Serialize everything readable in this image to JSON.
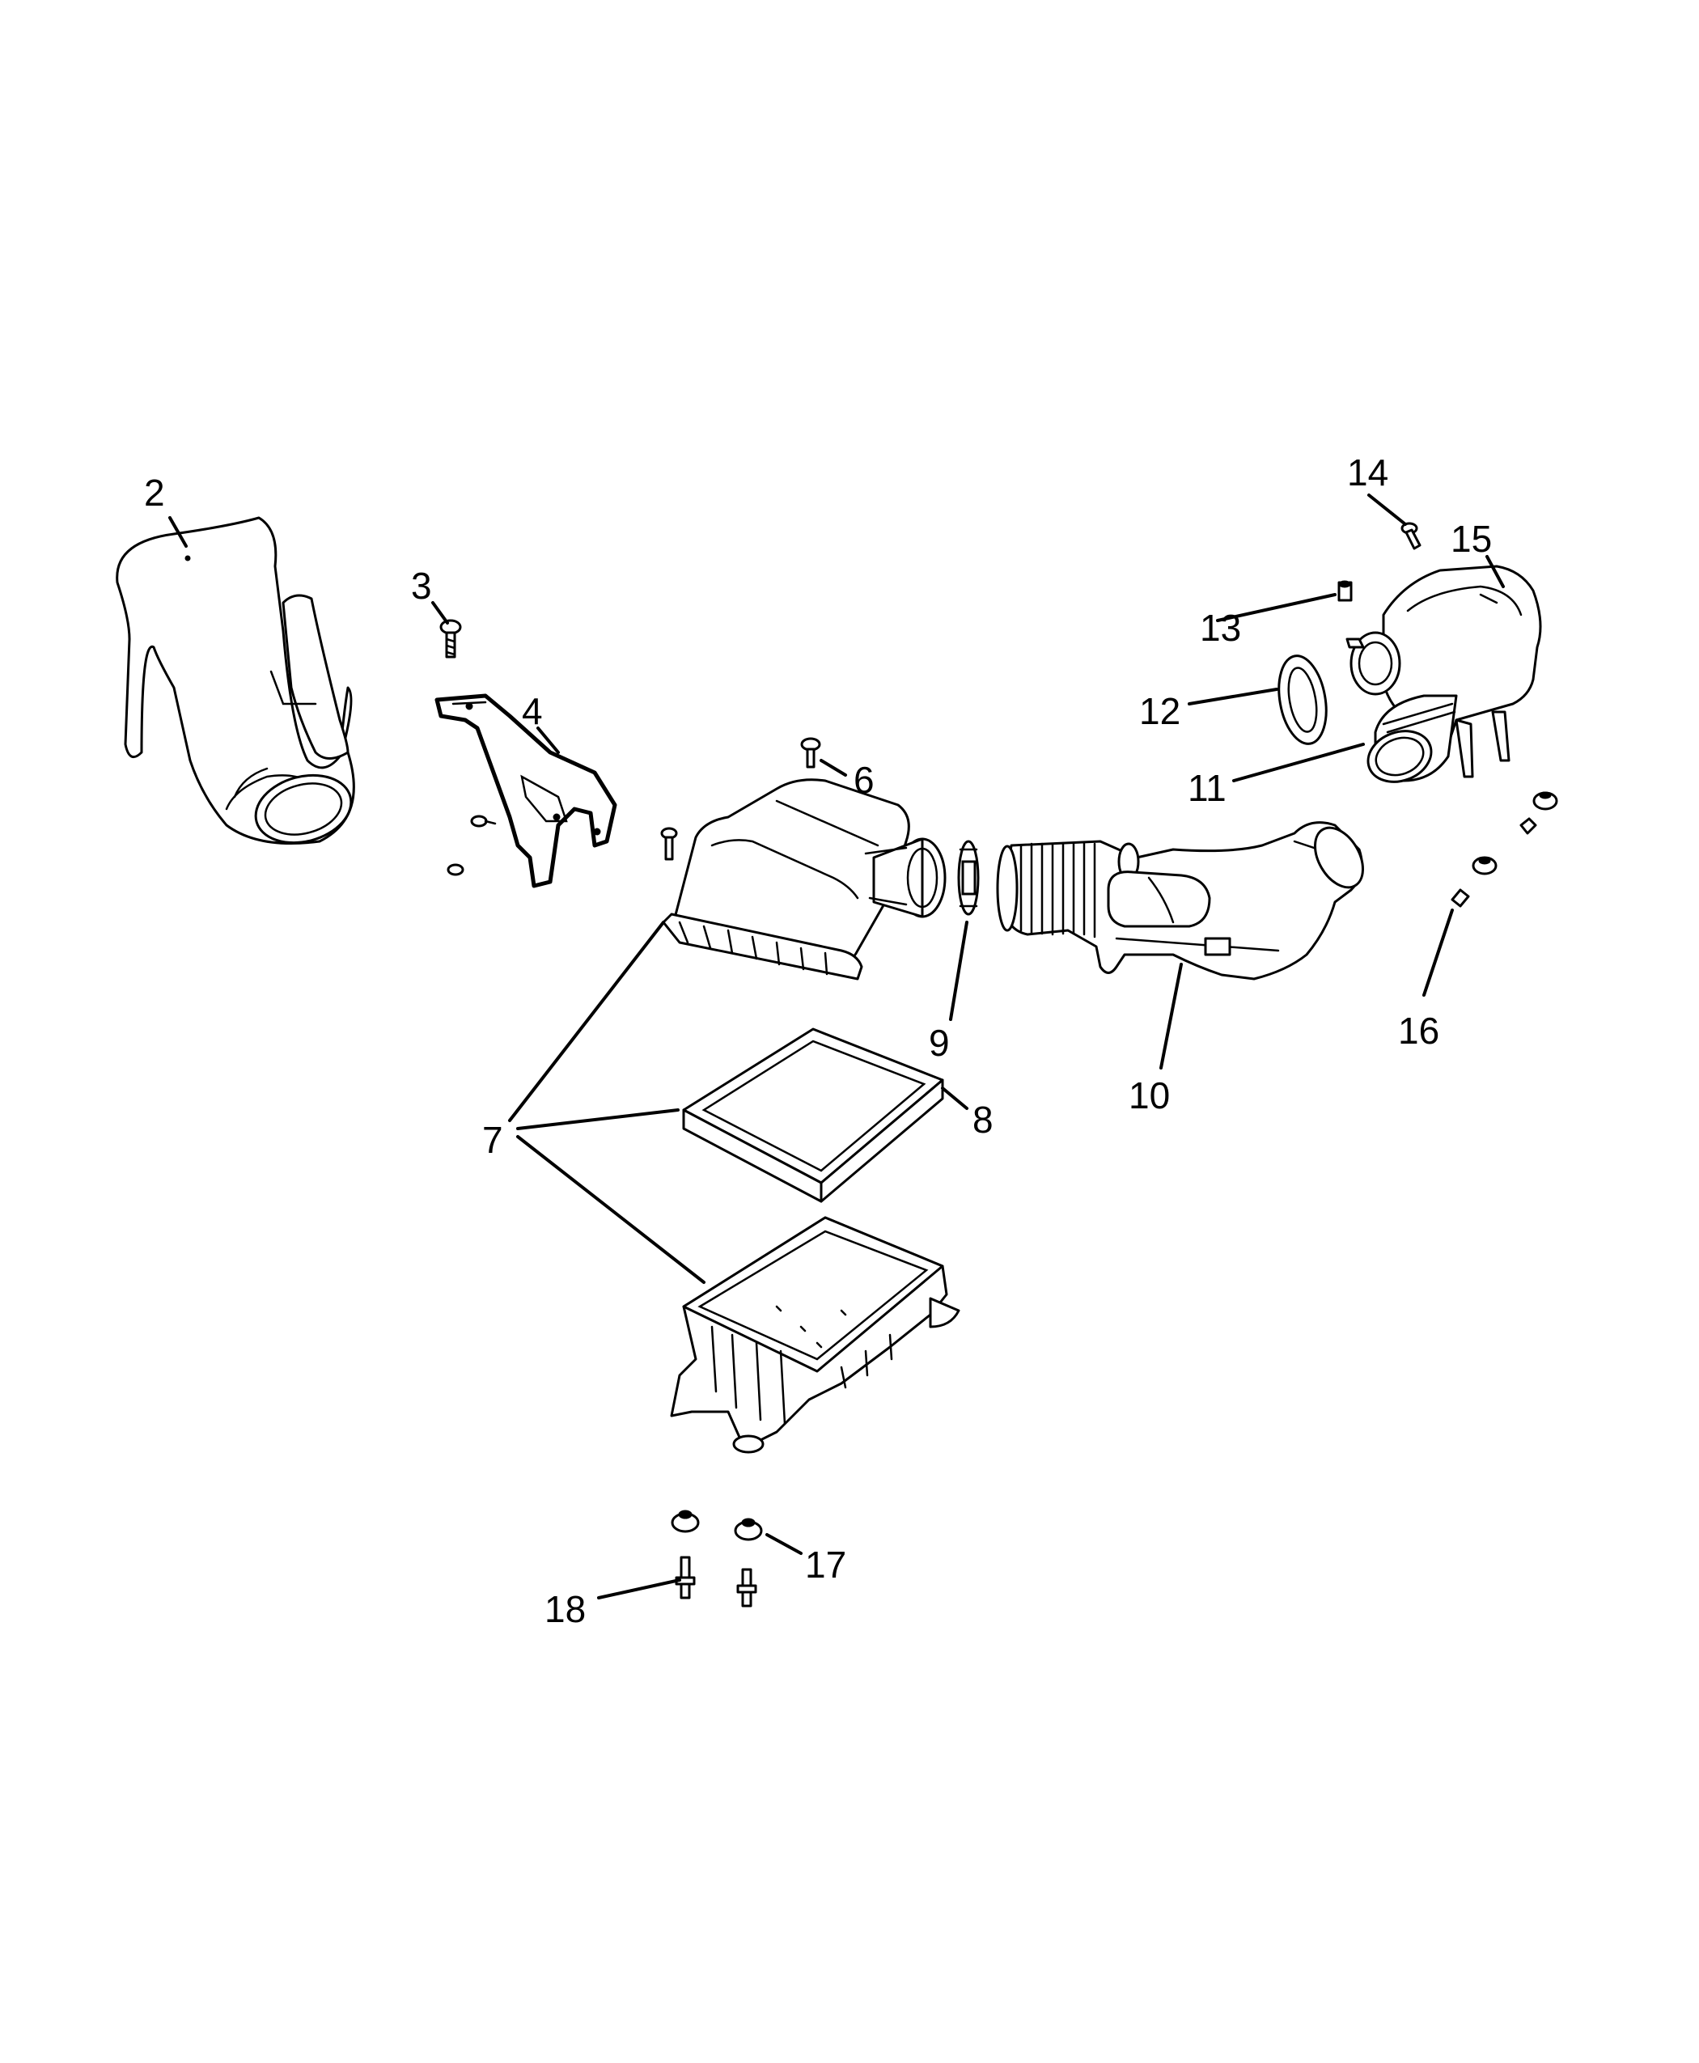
{
  "callouts": {
    "c2": "2",
    "c3": "3",
    "c4": "4",
    "c6": "6",
    "c7": "7",
    "c8": "8",
    "c9": "9",
    "c10": "10",
    "c11": "11",
    "c12": "12",
    "c13": "13",
    "c14": "14",
    "c15": "15",
    "c16": "16",
    "c17": "17",
    "c18": "18"
  }
}
